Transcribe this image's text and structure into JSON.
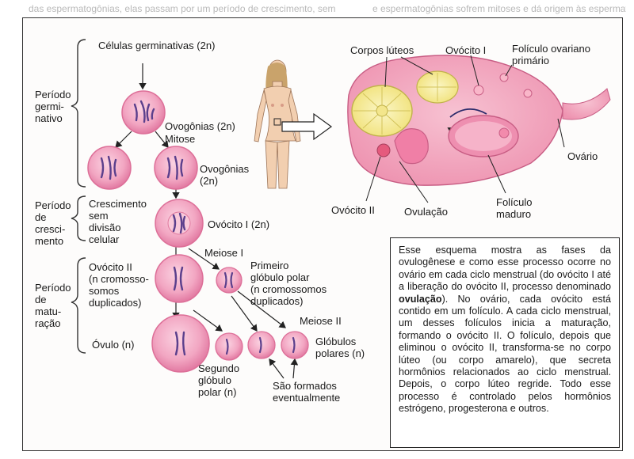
{
  "bg_text": {
    "top_left": "das espermatogônias, elas passam por um período de crescimento, sem",
    "top_right": "e espermatogônias sofrem mitoses e dá origem às espermatócitos primários"
  },
  "left_diagram": {
    "phases": {
      "germinative": [
        "Período",
        "germi-",
        "nativo"
      ],
      "growth": [
        "Período",
        "de",
        "cresci-",
        "mento"
      ],
      "maturation": [
        "Período",
        "de",
        "matu-",
        "ração"
      ]
    },
    "germ_cells": "Células germinativas (2n)",
    "oogonia_1": "Ovogônias (2n)",
    "mitosis": "Mitose",
    "oogonia_2": [
      "Ovogônias",
      "(2n)"
    ],
    "growth_desc": [
      "Crescimento",
      "sem",
      "divisão",
      "celular"
    ],
    "oocyte_1": "Ovócito I (2n)",
    "meiosis_1": "Meiose I",
    "oocyte_2": [
      "Ovócito II",
      "(n cromosso-",
      "somos",
      "duplicados)"
    ],
    "first_polar": [
      "Primeiro",
      "glóbulo polar",
      "(n cromossomos",
      "duplicados)"
    ],
    "meiosis_2": "Meiose II",
    "ovum": "Óvulo (n)",
    "polar_bodies": [
      "Glóbulos",
      "polares (n)"
    ],
    "second_polar": [
      "Segundo",
      "glóbulo",
      "polar (n)"
    ],
    "formed": [
      "São formados",
      "eventualmente"
    ]
  },
  "ovary_diagram": {
    "corpora_lutea": "Corpos lúteos",
    "oocyte_1": "Ovócito I",
    "primary_follicle": [
      "Folículo ovariano",
      "primário"
    ],
    "ovary": "Ovário",
    "oocyte_2": "Ovócito II",
    "ovulation": "Ovulação",
    "mature_follicle": [
      "Folículo",
      "maduro"
    ]
  },
  "caption": {
    "part1": "Esse esquema mostra as fases da ovulogênese e como esse processo ocorre no ovário em cada ciclo menstrual (do ovócito I até a liberação do ovócito II, processo denominado ",
    "bold": "ovulação",
    "part2": "). No ovário, cada ovócito está contido em um folículo. A cada ciclo menstrual, um desses folículos inicia a maturação, formando o ovócito II. O folículo, depois que eliminou o ovócito II, transforma-se no corpo lúteo (ou corpo amarelo), que secreta hormônios relacionados ao ciclo menstrual. Depois, o corpo lúteo regride. Todo esse processo é controlado pelos hormônios estrógeno, progesterona e outros."
  },
  "colors": {
    "cell_fill": "#f2a6c2",
    "cell_edge": "#e0709a",
    "chromosome": "#6b4a9a",
    "ovary": "#f4a9c0",
    "corpus": "#f6efa0",
    "skin": "#f2cfb0"
  }
}
